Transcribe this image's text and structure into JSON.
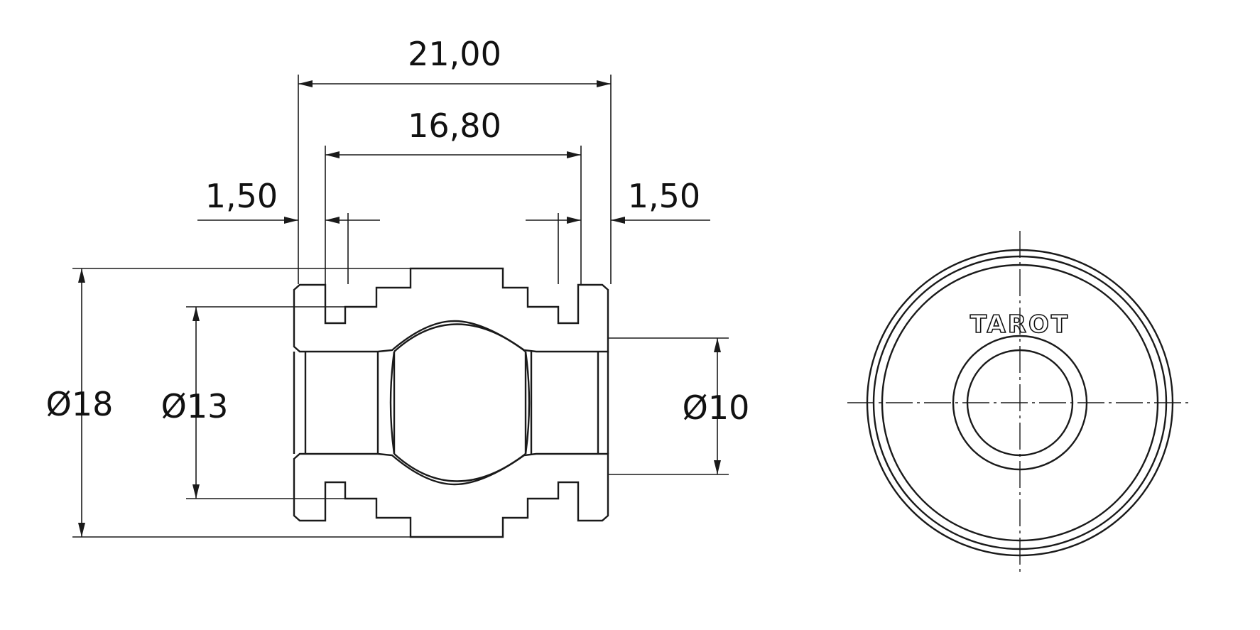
{
  "dimensions": {
    "overall_length": "21,00",
    "inner_length": "16,80",
    "left_groove": "1,50",
    "right_groove": "1,50",
    "outer_diameter": "Ø18",
    "groove_diameter": "Ø13",
    "bore_diameter": "Ø10"
  },
  "end_view": {
    "brand_mark": "TAROT"
  },
  "colors": {
    "line": "#1a1a1a",
    "background": "#ffffff"
  }
}
